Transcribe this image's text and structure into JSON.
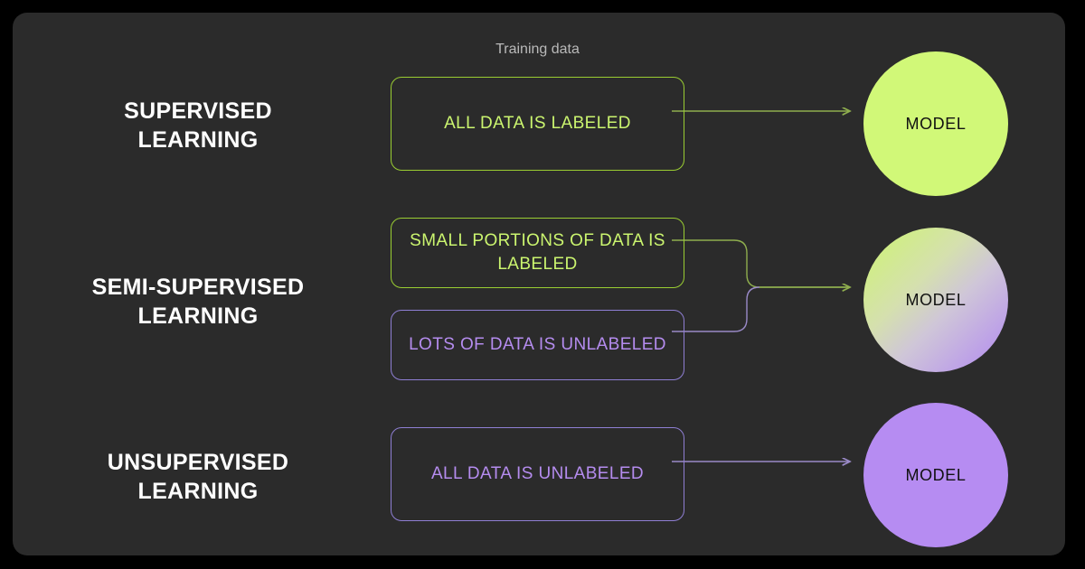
{
  "diagram": {
    "title_caption": "Training data",
    "colors": {
      "background": "#000000",
      "panel": "#2b2b2b",
      "green": "#cbf56f",
      "green_border": "#9acd32",
      "purple": "#b58cef",
      "purple_border": "#8f7fd4",
      "label_text": "#ffffff",
      "caption_text": "#b9b9b9",
      "circle_green": "#d1f878",
      "circle_purple": "#b68cf2"
    },
    "rows": [
      {
        "id": "supervised",
        "label_line1": "SUPERVISED",
        "label_line2": "LEARNING",
        "boxes": [
          {
            "text": "ALL DATA IS LABELED",
            "variant": "green"
          }
        ],
        "model_label": "MODEL",
        "model_fill": "green"
      },
      {
        "id": "semi-supervised",
        "label_line1": "SEMI-SUPERVISED",
        "label_line2": "LEARNING",
        "boxes": [
          {
            "text": "SMALL PORTIONS OF DATA IS LABELED",
            "variant": "green"
          },
          {
            "text": "LOTS OF DATA IS UNLABELED",
            "variant": "purple"
          }
        ],
        "model_label": "MODEL",
        "model_fill": "gradient-green-purple"
      },
      {
        "id": "unsupervised",
        "label_line1": "UNSUPERVISED",
        "label_line2": "LEARNING",
        "boxes": [
          {
            "text": "ALL DATA IS UNLABELED",
            "variant": "purple"
          }
        ],
        "model_label": "MODEL",
        "model_fill": "purple"
      }
    ]
  }
}
